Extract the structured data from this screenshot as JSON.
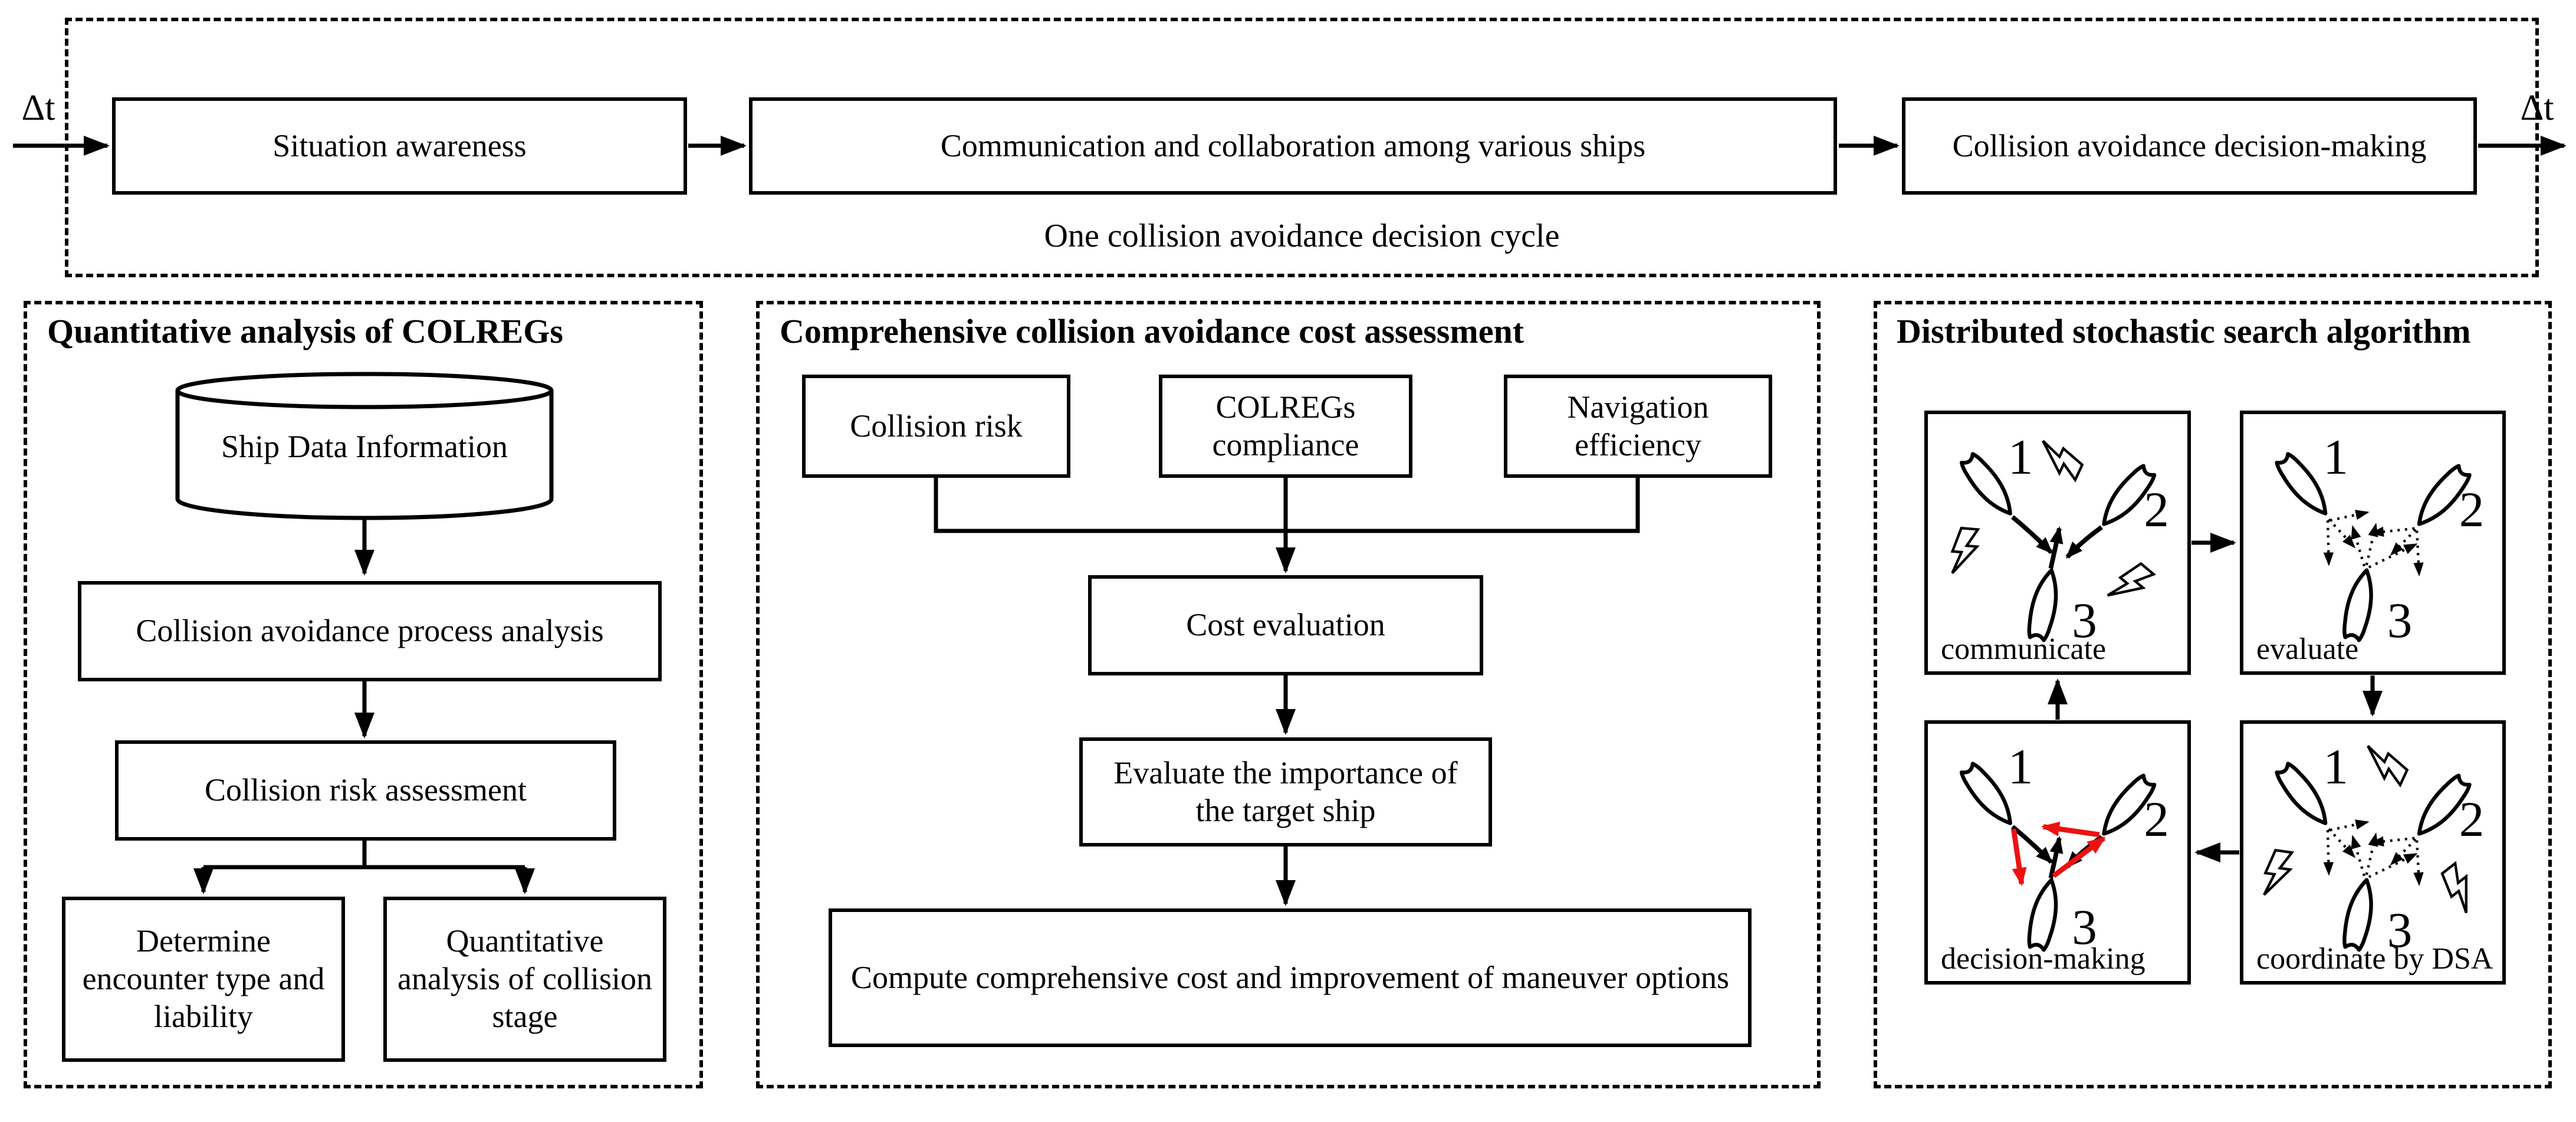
{
  "colors": {
    "ink": "#000000",
    "background": "#ffffff",
    "highlight_red": "#ee1111"
  },
  "top_cycle": {
    "delta_t_in": "Δt",
    "delta_t_out": "Δt",
    "situation_box": "Situation awareness",
    "communication_box": "Communication and collaboration among various ships",
    "decision_box": "Collision avoidance decision-making",
    "caption": "One collision avoidance decision cycle"
  },
  "colregs_panel": {
    "title": "Quantitative analysis of COLREGs",
    "database": "Ship Data Information",
    "process_box": "Collision avoidance process analysis",
    "risk_box": "Collision risk assessment",
    "encounter_box": "Determine encounter type and liability",
    "stage_box": "Quantitative analysis of collision stage"
  },
  "cost_panel": {
    "title": "Comprehensive collision avoidance cost assessment",
    "collision_risk_box": "Collision risk",
    "colregs_compliance_box": "COLREGs compliance",
    "navigation_efficiency_box": "Navigation efficiency",
    "cost_evaluation_box": "Cost evaluation",
    "importance_box": "Evaluate the importance of the target ship",
    "compute_box": "Compute comprehensive cost and improvement of maneuver options"
  },
  "dsa_panel": {
    "title": "Distributed stochastic search algorithm",
    "ship_labels": [
      "1",
      "2",
      "3"
    ],
    "stages": [
      {
        "label": "communicate"
      },
      {
        "label": "evaluate"
      },
      {
        "label": "decision-making"
      },
      {
        "label": "coordinate by DSA"
      }
    ]
  }
}
